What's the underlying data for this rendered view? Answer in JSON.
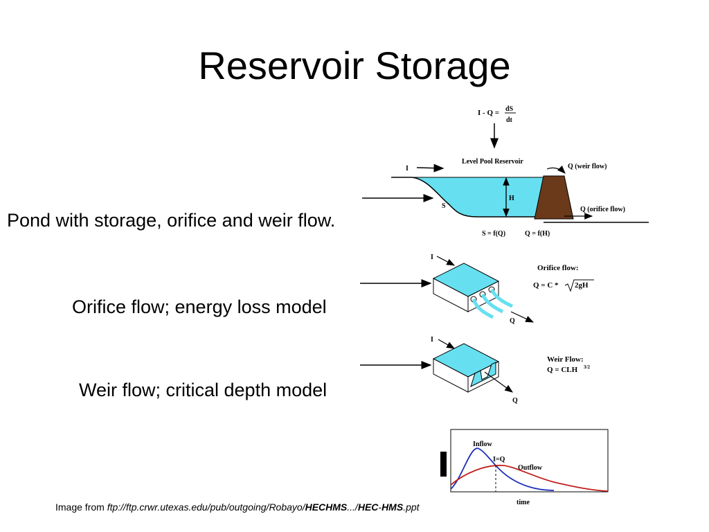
{
  "slide": {
    "title": "Reservoir Storage",
    "bullets": [
      "Pond with storage, orifice and weir flow.",
      "Orifice flow; energy loss model",
      "Weir flow; critical depth model"
    ],
    "caption": {
      "prefix": "Image from ",
      "link_part1": "ftp://ftp.crwr.utexas.edu/pub/outgoing/Robayo/",
      "link_bold1": "HECHMS",
      "link_part2": ".../",
      "link_bold2": "HEC",
      "link_part3": "-",
      "link_bold3": "HMS",
      "link_part4": ".ppt"
    }
  },
  "reservoir_diagram": {
    "equation_lhs": "I - Q =",
    "equation_num": "dS",
    "equation_den": "dt",
    "label_title": "Level Pool Reservoir",
    "label_inflow": "I",
    "label_weir": "Q (weir flow)",
    "label_orifice": "Q (orifice flow)",
    "label_storage": "S",
    "label_height": "H",
    "label_sfq": "S = f(Q)",
    "label_qfh": "Q = f(H)",
    "water_color": "#66e0f0",
    "dam_color": "#6b3a1a"
  },
  "orifice_diagram": {
    "label_in": "I",
    "label_out": "Q",
    "title": "Orifice flow:",
    "formula": "Q = C *",
    "radicand": "2gH"
  },
  "weir_diagram": {
    "label_in": "I",
    "label_out": "Q",
    "title": "Weir Flow:",
    "formula": "Q = CLH",
    "exponent": "3/2"
  },
  "hydrograph": {
    "label_inflow": "Inflow",
    "label_iq": "I=Q",
    "label_outflow": "Outflow",
    "label_time": "time",
    "inflow_color": "#1a2fb8",
    "outflow_color": "#c0201e"
  }
}
